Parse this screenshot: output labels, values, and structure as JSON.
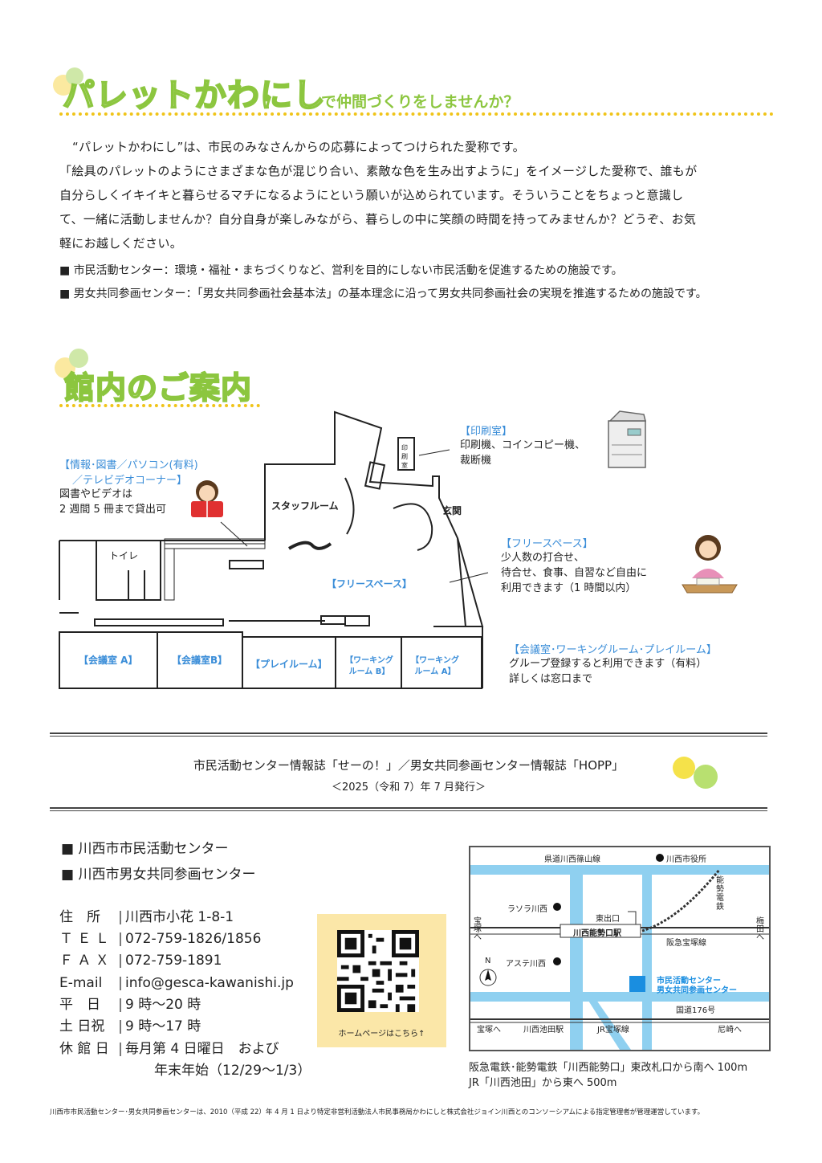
{
  "header": {
    "title": "パレットかわにし",
    "subtitle": "で仲間づくりをしませんか？"
  },
  "intro": {
    "lines": [
      "“パレットかわにし”は、市民のみなさんからの応募によってつけられた愛称です。",
      "「絵具のパレットのようにさまざまな色が混じり合い、素敵な色を生み出すように」をイメージした愛称で、誰もが",
      "自分らしくイキイキと暮らせるマチになるようにという願いが込められています。そういうことをちょっと意識し",
      "て、一緒に活動しませんか？自分自身が楽しみながら、暮らしの中に笑顔の時間を持ってみませんか？どうぞ、お気",
      "軽にお越しください。"
    ],
    "bullets": [
      "■  市民活動センター：環境・福祉・まちづくりなど、営利を目的にしない市民活動を促進するための施設です。",
      "■  男女共同参画センター：「男女共同参画社会基本法」の基本理念に沿って男女共同参画社会の実現を推進するための施設です。"
    ]
  },
  "guide": {
    "title": "館内のご案内",
    "rooms": {
      "staff": "スタッフルーム",
      "entrance": "玄関",
      "toilet": "トイレ",
      "free": "【フリースペース】",
      "meetA": "【会議室 A】",
      "meetB": "【会議室B】",
      "play": "【プレイルーム】",
      "workB1": "【ワーキング",
      "workB2": "ルーム B】",
      "workA1": "【ワーキング",
      "workA2": "ルーム A】",
      "print_v": "印刷室"
    },
    "annotations": {
      "print_title": "【印刷室】",
      "print_lines": [
        "印刷機、コインコピー機、",
        "裁断機"
      ],
      "info_title1": "【情報･図書／パソコン(有料)",
      "info_title2": "／テレビデオコーナー】",
      "info_lines": [
        "図書やビデオは",
        "2 週間 5 冊まで貸出可"
      ],
      "free_title": "【フリースペース】",
      "free_lines": [
        "少人数の打合せ、",
        "待合せ、食事、自習など自由に",
        "利用できます（1 時間以内）"
      ],
      "meet_title": "【会議室･ワーキングルーム･プレイルーム】",
      "meet_lines": [
        "グループ登録すると利用できます（有料）",
        "詳しくは窓口まで"
      ]
    }
  },
  "publication": {
    "line1": "市民活動センター情報誌「せーの！」／男女共同参画センター情報誌「HOPP」",
    "line2": "＜2025（令和 7）年 7 月発行＞"
  },
  "centers": [
    "■  川西市市民活動センター",
    "■  川西市男女共同参画センター"
  ],
  "info": [
    {
      "label": "住　所",
      "value": "川西市小花 1-8-1"
    },
    {
      "label": "Ｔ Ｅ Ｌ",
      "value": "072-759-1826/1856"
    },
    {
      "label": "Ｆ Ａ Ｘ",
      "value": "072-759-1891"
    },
    {
      "label": "E-mail",
      "value": "info@gesca-kawanishi.jp"
    },
    {
      "label": "平　日",
      "value": "9 時～20 時"
    },
    {
      "label": "土 日祝",
      "value": "9 時～17 時"
    },
    {
      "label": "休 館 日",
      "value": "毎月第 4 日曜日　および"
    }
  ],
  "closed_extra": "年末年始（12/29～1/3）",
  "qr_caption": "ホームページはこちら↑",
  "map": {
    "road_top": "県道川西篠山線",
    "city_hall": "川西市役所",
    "nose_rail": [
      "能",
      "勢",
      "電",
      "鉄"
    ],
    "lasora": "ラソラ川西",
    "east_exit": "東出口",
    "station": "川西能勢口駅",
    "takarazuka_left": [
      "宝",
      "塚",
      "へ"
    ],
    "umeda_right": [
      "梅",
      "田",
      "へ"
    ],
    "hankyu": "阪急宝塚線",
    "aste": "アステ川西",
    "north": "N",
    "center1": "市民活動センター",
    "center2": "男女共同参画センター",
    "route176": "国道176号",
    "takarazuka_bottom": "宝塚へ",
    "ikeda_station": "川西池田駅",
    "jr_line": "JR宝塚線",
    "amagasaki": "尼崎へ"
  },
  "access": [
    "阪急電鉄･能勢電鉄「川西能勢口」東改札口から南へ 100m",
    "JR「川西池田」から東へ 500m"
  ],
  "footer": "川西市市民活動センター･男女共同参画センターは、2010（平成 22）年 4 月 1 日より特定非営利活動法人市民事務局かわにしと株式会社ジョイン川西とのコンソーシアムによる指定管理者が管理運営しています。",
  "colors": {
    "accent_green": "#8cc63f",
    "accent_yellow": "#f0c419",
    "room_blue": "#3a8dd8",
    "map_blue": "#8fd0f0"
  }
}
